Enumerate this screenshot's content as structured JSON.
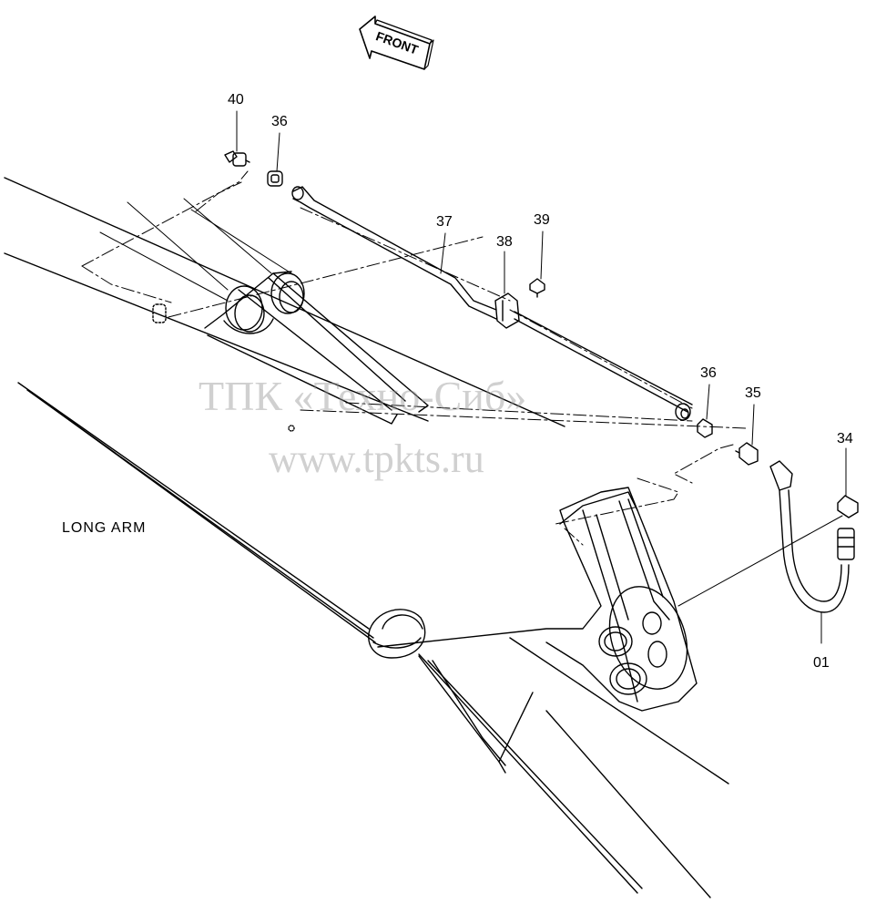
{
  "front_arrow": {
    "label": "FRONT"
  },
  "section_label": "LONG ARM",
  "watermark": {
    "line1": "ТПК «Техно-Сиб»",
    "line2": "www.tpkts.ru"
  },
  "callouts": [
    {
      "id": "c40",
      "text": "40"
    },
    {
      "id": "c36a",
      "text": "36"
    },
    {
      "id": "c37",
      "text": "37"
    },
    {
      "id": "c38",
      "text": "38"
    },
    {
      "id": "c39",
      "text": "39"
    },
    {
      "id": "c36b",
      "text": "36"
    },
    {
      "id": "c35",
      "text": "35"
    },
    {
      "id": "c34",
      "text": "34"
    },
    {
      "id": "c01",
      "text": "01"
    }
  ]
}
